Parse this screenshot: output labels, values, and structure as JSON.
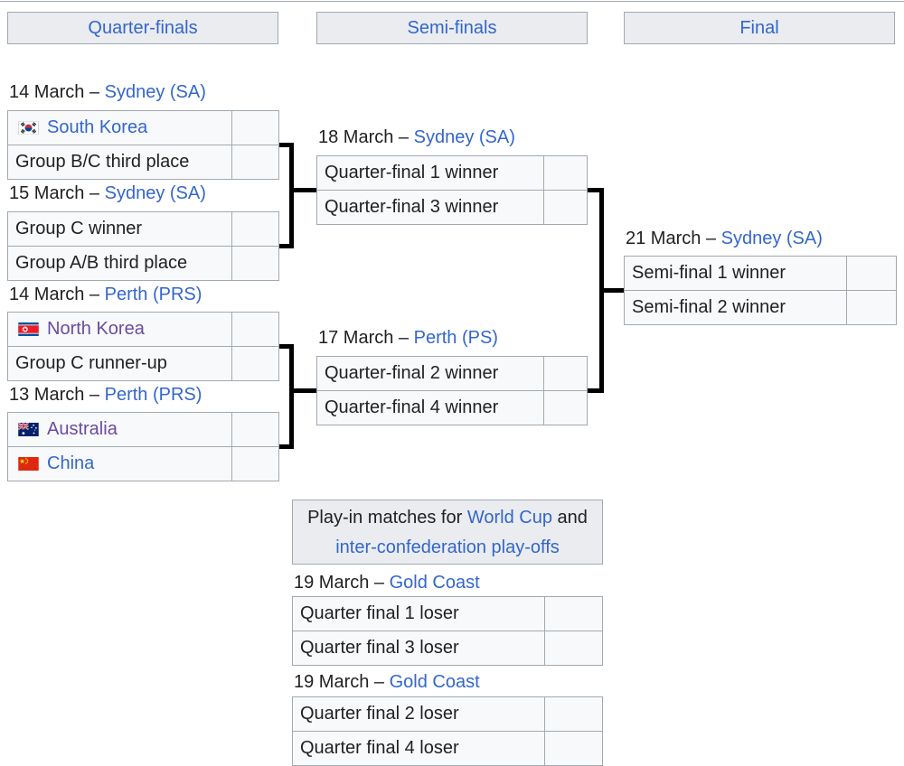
{
  "colors": {
    "link_blue": "#3366cc",
    "link_visited_purple": "#6b4ba1",
    "text": "#202122",
    "cell_background": "#f8f9fa",
    "header_background": "#eaecf0",
    "border_gray": "#a2a9b1",
    "connector_black": "#000000"
  },
  "round_headers": [
    {
      "label": "Quarter-finals"
    },
    {
      "label": "Semi-finals"
    },
    {
      "label": "Final"
    }
  ],
  "quarterfinals": {
    "matches": [
      {
        "date": "14 March – ",
        "venue": "Sydney (SA)",
        "home": {
          "name": "South Korea",
          "flag": "south-korea-flag-icon"
        },
        "home_score": "",
        "away": {
          "name": "Group B/C third place"
        },
        "away_score": ""
      },
      {
        "date": "15 March – ",
        "venue": "Sydney (SA)",
        "home": {
          "name": "Group C winner"
        },
        "home_score": "",
        "away": {
          "name": "Group A/B third place"
        },
        "away_score": ""
      },
      {
        "date": "14 March – ",
        "venue": "Perth (PRS)",
        "home": {
          "name": "North Korea",
          "flag": "north-korea-flag-icon"
        },
        "home_score": "",
        "away": {
          "name": "Group C runner-up"
        },
        "away_score": ""
      },
      {
        "date": "13 March – ",
        "venue": "Perth (PRS)",
        "home": {
          "name": "Australia",
          "flag": "australia-flag-icon"
        },
        "home_score": "",
        "away": {
          "name": "China",
          "flag": "china-flag-icon"
        },
        "away_score": ""
      }
    ]
  },
  "semifinals": {
    "matches": [
      {
        "date": "18 March – ",
        "venue": "Sydney (SA)",
        "home": {
          "name": "Quarter-final 1 winner"
        },
        "home_score": "",
        "away": {
          "name": "Quarter-final 3 winner"
        },
        "away_score": ""
      },
      {
        "date": "17 March – ",
        "venue": "Perth (PS)",
        "home": {
          "name": "Quarter-final 2 winner"
        },
        "home_score": "",
        "away": {
          "name": "Quarter-final 4 winner"
        },
        "away_score": ""
      }
    ]
  },
  "final": {
    "matches": [
      {
        "date": "21 March – ",
        "venue": "Sydney (SA)",
        "home": {
          "name": "Semi-final 1 winner"
        },
        "home_score": "",
        "away": {
          "name": "Semi-final 2 winner"
        },
        "away_score": ""
      }
    ]
  },
  "playin": {
    "note": {
      "line1_prefix": "Play-in matches for ",
      "line1_link": "World Cup",
      "line1_suffix": " and",
      "line2_link": "inter-confederation play-offs"
    },
    "matches": [
      {
        "date": "19 March – ",
        "venue": "Gold Coast",
        "home": {
          "name": "Quarter final 1 loser"
        },
        "home_score": "",
        "away": {
          "name": "Quarter final 3 loser"
        },
        "away_score": ""
      },
      {
        "date": "19 March – ",
        "venue": "Gold Coast",
        "home": {
          "name": "Quarter final 2 loser"
        },
        "home_score": "",
        "away": {
          "name": "Quarter final 4 loser"
        },
        "away_score": ""
      }
    ]
  }
}
